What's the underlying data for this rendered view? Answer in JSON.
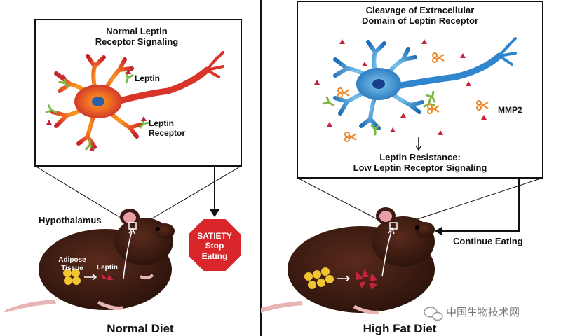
{
  "left": {
    "box_title_1": "Normal Leptin",
    "box_title_2": "Receptor Signaling",
    "leptin_label": "Leptin",
    "receptor_label_1": "Leptin",
    "receptor_label_2": "Receptor",
    "hypothalamus": "Hypothalamus",
    "adipose_1": "Adipose",
    "adipose_2": "Tissue",
    "leptin_body": "Leptin",
    "stop_1": "SATIETY",
    "stop_2": "Stop",
    "stop_3": "Eating",
    "caption": "Normal Diet"
  },
  "right": {
    "box_title_1": "Cleavage of Extracellular",
    "box_title_2": "Domain of Leptin Receptor",
    "mmp2": "MMP2",
    "resistance_1": "Leptin Resistance:",
    "resistance_2": "Low Leptin Receptor Signaling",
    "continue": "Continue Eating",
    "caption": "High Fat Diet"
  },
  "watermark": "中国生物技术网",
  "colors": {
    "neuron_normal": "#e8442a",
    "neuron_resistant": "#2f86cf",
    "receptor": "#7db843",
    "leptin": "#c8233c",
    "mmp2": "#ee8a2c",
    "mouse": "#3a1a12",
    "stop_sign": "#d8262b"
  }
}
